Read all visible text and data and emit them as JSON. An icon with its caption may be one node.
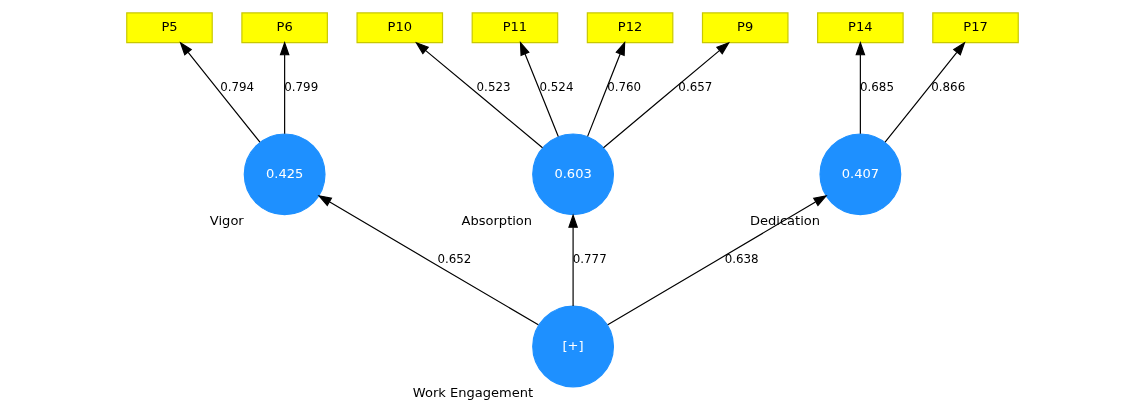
{
  "diagram": {
    "nodes": [
      {
        "text": [
          "P10"
        ]
      },
      {
        "text": [
          "P11"
        ]
      },
      {
        "text": [
          "P12"
        ]
      },
      {
        "text": [
          "P9"
        ]
      },
      {
        "text": [
          "P5"
        ]
      },
      {
        "text": [
          "P14"
        ]
      },
      {
        "text": [
          "0.425"
        ],
        "beside": [
          "Vigor"
        ]
      },
      {
        "text": [
          "0.603"
        ],
        "beside": [
          "Absorption"
        ]
      },
      {
        "text": [
          "0.407"
        ],
        "beside": [
          "Dedication"
        ]
      },
      {
        "text": [
          "P6"
        ]
      },
      {
        "text": [
          "P17"
        ]
      },
      {
        "text": [
          "[+]"
        ],
        "beside": [
          "Work Engagement"
        ]
      }
    ],
    "edges": [
      {
        "from": 11,
        "to": 6,
        "arrow": "to",
        "label": "0.652"
      },
      {
        "from": 11,
        "to": 7,
        "arrow": "to",
        "label": "0.777"
      },
      {
        "from": 11,
        "to": 8,
        "arrow": "to",
        "label": "0.638"
      },
      {
        "from": 6,
        "to": 4,
        "arrow": "to",
        "label": "0.794"
      },
      {
        "from": 6,
        "to": 9,
        "arrow": "to",
        "label": "0.799"
      },
      {
        "from": 7,
        "to": 0,
        "arrow": "to",
        "label": "0.523"
      },
      {
        "from": 7,
        "to": 1,
        "arrow": "to",
        "label": "0.524"
      },
      {
        "from": 7,
        "to": 2,
        "arrow": "to",
        "label": "0.760"
      },
      {
        "from": 7,
        "to": 3,
        "arrow": "to",
        "label": "0.657"
      },
      {
        "from": 8,
        "to": 5,
        "arrow": "to",
        "label": "0.685"
      },
      {
        "from": 8,
        "to": 10,
        "arrow": "to",
        "label": "0.866"
      }
    ]
  }
}
